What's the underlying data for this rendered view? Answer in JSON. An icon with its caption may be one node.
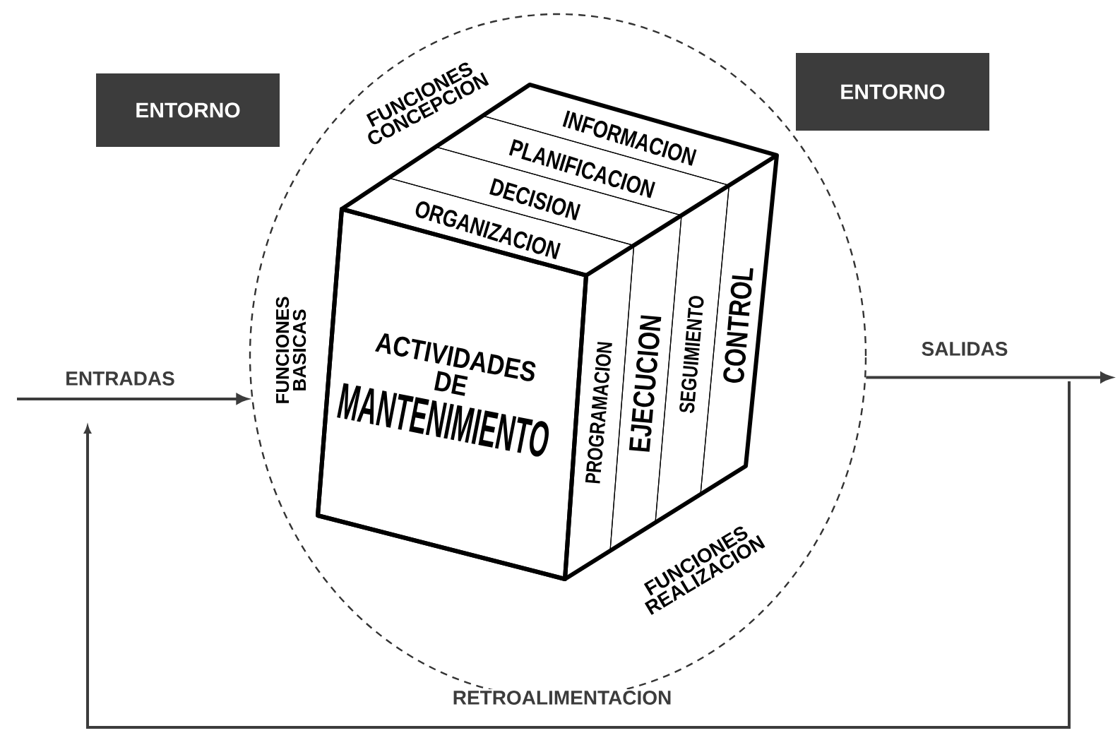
{
  "diagram": {
    "nodes": [
      {
        "text": [
          "ENTORNO"
        ]
      },
      {
        "text": [
          "ENTORNO"
        ]
      },
      {
        "text": [],
        "shape": "circle"
      },
      {
        "text": [
          "INFORMACION"
        ],
        "in": 2
      },
      {
        "text": [
          "PLANIFICACION"
        ],
        "in": 2
      },
      {
        "text": [
          "DECISION"
        ],
        "in": 2
      },
      {
        "text": [
          "ORGANIZACION"
        ],
        "in": 2
      },
      {
        "text": [
          "ACTIVIDADES",
          "DE",
          "MANTENIMIENTO"
        ],
        "in": 2
      },
      {
        "text": [
          "PROGRAMACION"
        ],
        "in": 2
      },
      {
        "text": [
          "EJECUCION"
        ],
        "in": 2
      },
      {
        "text": [
          "SEGUIMIENTO"
        ],
        "in": 2
      },
      {
        "text": [
          "CONTROL"
        ],
        "in": 2
      }
    ],
    "edges": [
      {
        "from": null,
        "to": 2,
        "arrow": "to",
        "label": "ENTRADAS"
      },
      {
        "from": 2,
        "to": null,
        "arrow": "to",
        "label": "SALIDAS"
      }
    ],
    "labels": [
      "FUNCIONES CONCEPCION",
      "FUNCIONES BASICAS",
      "FUNCIONES REALIZACION",
      "RETROALIMENTACION"
    ]
  }
}
